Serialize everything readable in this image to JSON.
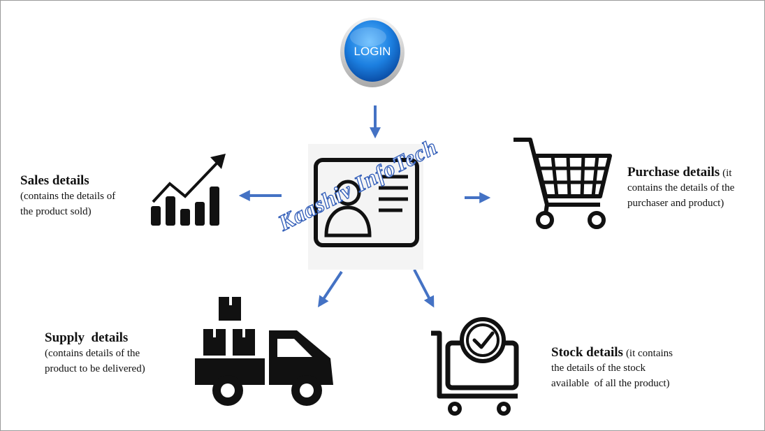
{
  "login": {
    "label": "LOGIN"
  },
  "watermark": "Kaashiv InfoTech",
  "nodes": {
    "sales": {
      "title": "Sales details",
      "desc_lines": [
        "(contains the details of",
        "the product sold)"
      ]
    },
    "purchase": {
      "title": "Purchase details",
      "title_suffix": "(it",
      "desc_lines": [
        "contains the details of the",
        "purchaser and product)"
      ]
    },
    "supply": {
      "title": "Supply  details",
      "desc_lines": [
        "(contains details of the",
        "product to be delivered)"
      ]
    },
    "stock": {
      "title": "Stock details",
      "title_suffix": "(it contains",
      "desc_lines": [
        "the details of the stock",
        "available  of all the product)"
      ]
    }
  },
  "colors": {
    "arrow": "#4472c4",
    "icon": "#111111",
    "login_blue": "#1c7fe0",
    "watermark_stroke": "#2f5bb7"
  }
}
